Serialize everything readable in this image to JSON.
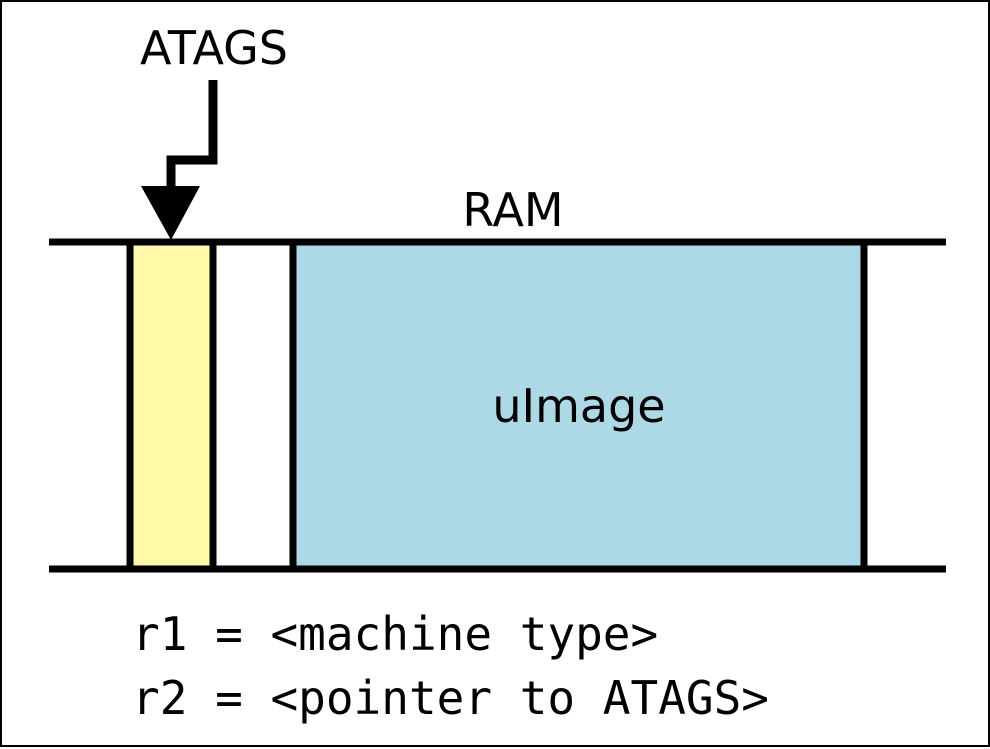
{
  "labels": {
    "atags": "ATAGS",
    "ram": "RAM",
    "uimage": "uImage"
  },
  "registers": [
    "r1 = <machine type>",
    "r2 = <pointer to ATAGS>"
  ],
  "colors": {
    "atags_block": "#fff9a8",
    "uimage_block": "#add8e6",
    "stroke": "#000000"
  }
}
